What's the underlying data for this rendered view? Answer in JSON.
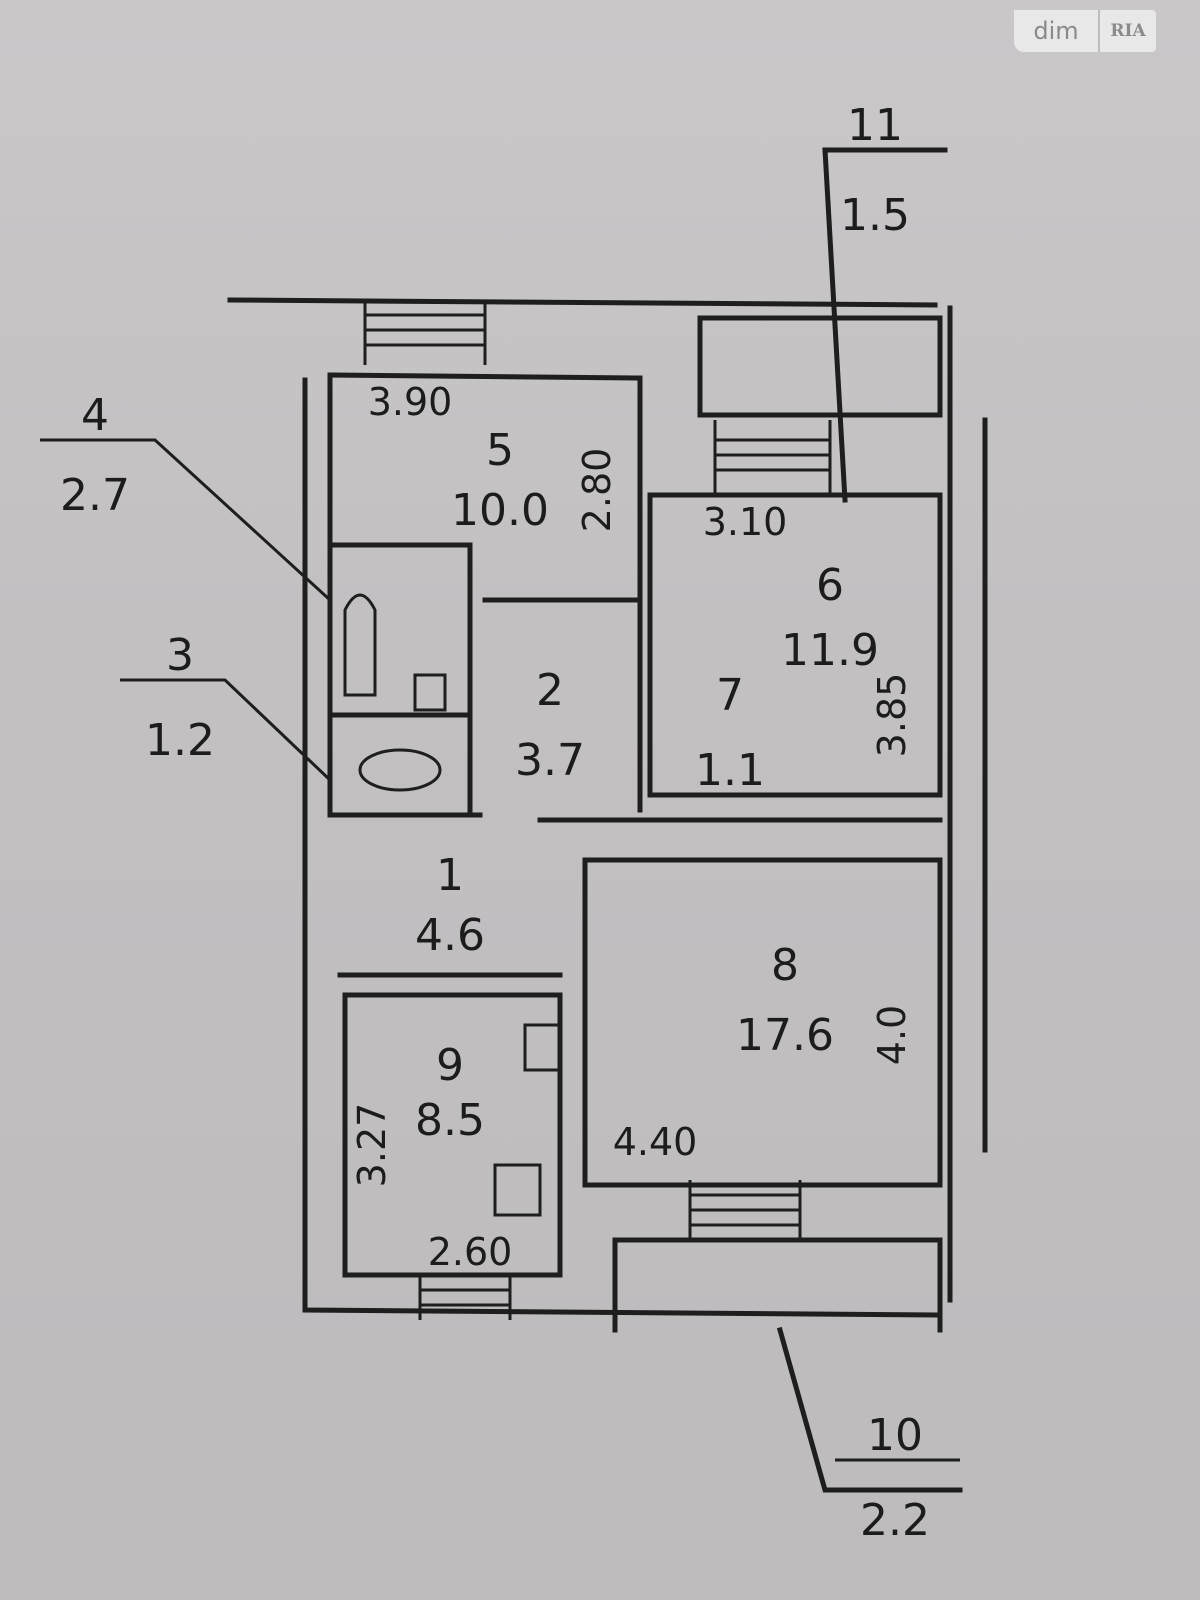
{
  "watermark": {
    "brand_left": "dim",
    "brand_right": "RIA"
  },
  "rooms": [
    {
      "number": "1",
      "area": "4.6"
    },
    {
      "number": "2",
      "area": "3.7"
    },
    {
      "number": "3",
      "area": "1.2"
    },
    {
      "number": "4",
      "area": "2.7"
    },
    {
      "number": "5",
      "area": "10.0"
    },
    {
      "number": "6",
      "area": "11.9"
    },
    {
      "number": "7",
      "area": "1.1"
    },
    {
      "number": "8",
      "area": "17.6"
    },
    {
      "number": "9",
      "area": "8.5"
    },
    {
      "number": "10",
      "area": "2.2"
    },
    {
      "number": "11",
      "area": "1.5"
    }
  ],
  "dimensions": {
    "room5_width": "3.90",
    "room5_length": "2.80",
    "room6_width": "3.10",
    "room6_length": "3.85",
    "room8_width": "4.40",
    "room8_length": "4.0",
    "room9_width": "2.60",
    "room9_length": "3.27"
  }
}
